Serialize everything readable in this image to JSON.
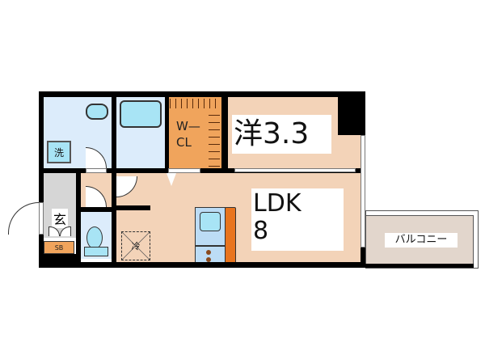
{
  "floorplan": {
    "rooms": {
      "western": {
        "label": "洋3.3",
        "color": "#f3d3b8"
      },
      "ldk": {
        "label_line1": "LDK",
        "label_line2": "8",
        "color": "#f3d3b8"
      },
      "walk_in_closet": {
        "label_line1": "W—",
        "label_line2": "CL",
        "color": "#f0a45c"
      },
      "balcony": {
        "label": "バルコニー",
        "color": "#e2d6cc"
      },
      "entrance": {
        "label": "玄",
        "color": "#d6d6d6"
      },
      "shoe_box": {
        "label": "SB",
        "color": "#f0a45c"
      },
      "washroom": {
        "color": "#dcecfb"
      },
      "bathroom": {
        "color": "#dcecfb"
      },
      "toilet": {
        "color": "#dcecfb"
      },
      "hallway": {
        "color": "#f3d3b8"
      }
    },
    "fixtures": {
      "washing_machine": {
        "label": "洗"
      },
      "refrigerator": {
        "label": "冷"
      }
    },
    "colors": {
      "wall": "#000000",
      "fixture_blue": "#a8e4f5",
      "kitchen_counter": "#e8741e",
      "stove_dot": "#8a4a1e"
    }
  }
}
